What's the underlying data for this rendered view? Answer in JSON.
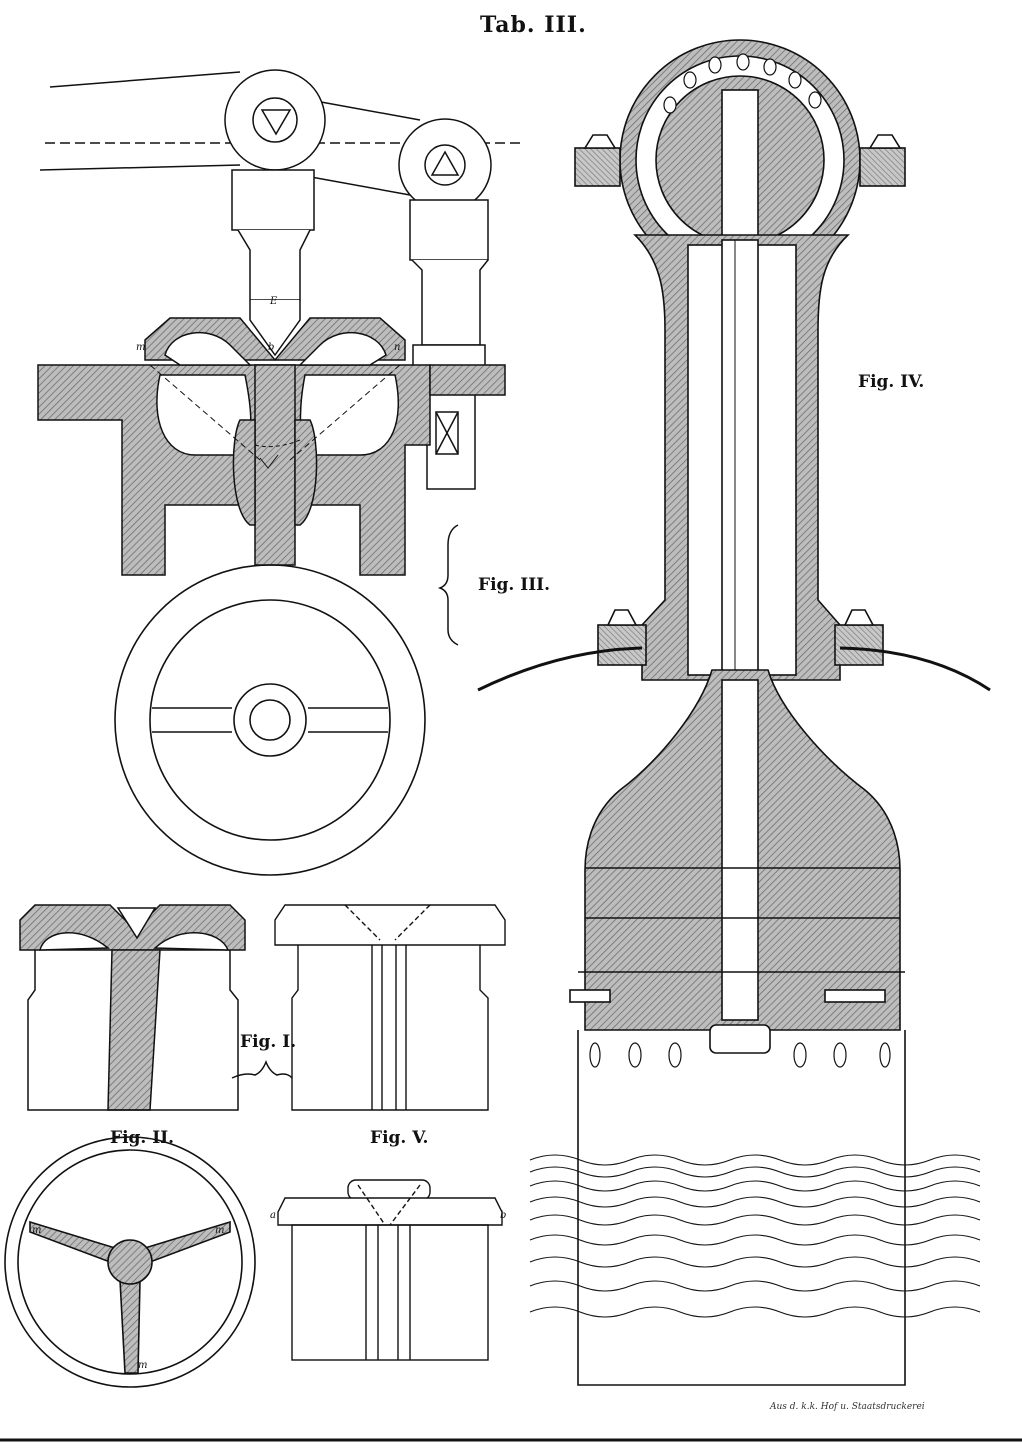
{
  "plate": {
    "title": "Tab. III.",
    "figures": {
      "fig1": "Fig. I.",
      "fig2": "Fig. II.",
      "fig3": "Fig. III.",
      "fig4": "Fig. IV.",
      "fig5": "Fig. V."
    },
    "letters": {
      "E": "E",
      "b": "b",
      "m_left": "m",
      "n": "n",
      "a": "a",
      "b_right": "b",
      "m_spoke1": "m",
      "m_spoke2": "m",
      "m_spoke3": "m"
    },
    "imprint": "Aus d. k.k. Hof u. Staatsdruckerei",
    "colors": {
      "ink": "#111111",
      "hatch": "#8a8a8a",
      "paper": "#ffffff"
    }
  }
}
